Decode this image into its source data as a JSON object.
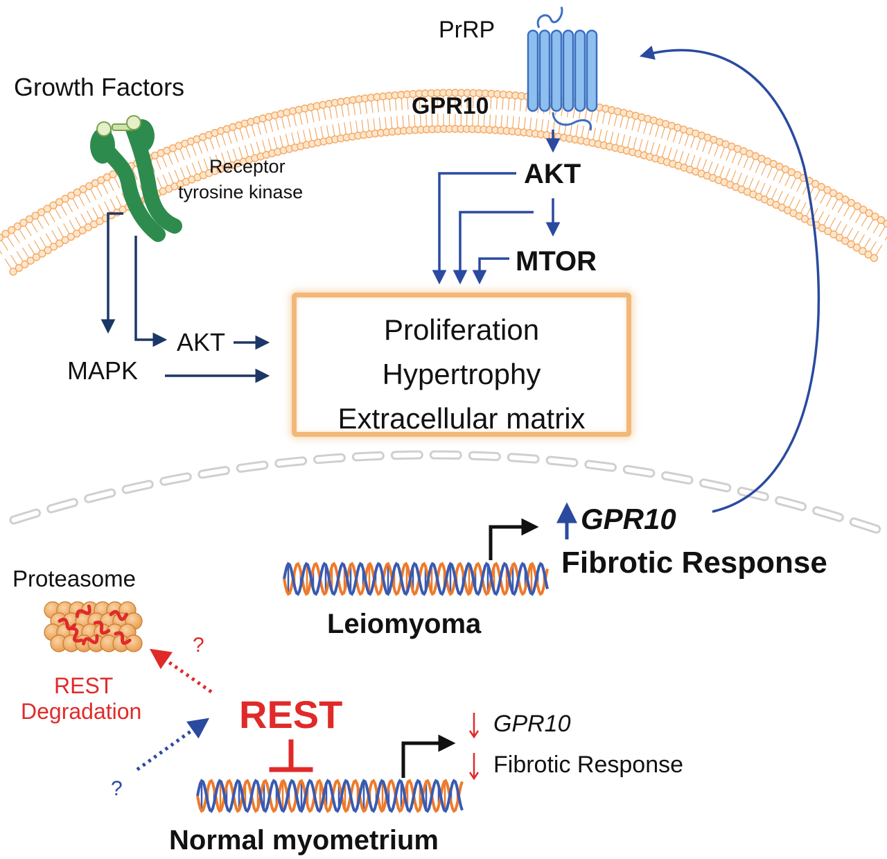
{
  "labels": {
    "growth_factors": "Growth Factors",
    "receptor_line1": "Receptor",
    "receptor_line2": "tyrosine kinase",
    "mapk": "MAPK",
    "akt_left": "AKT",
    "prrp": "PrRP",
    "gpr10_receptor": "GPR10",
    "akt_right": "AKT",
    "mtor": "MTOR",
    "gpr10_up": "GPR10",
    "fibrotic_response_up": "Fibrotic Response",
    "leiomyoma": "Leiomyoma",
    "proteasome": "Proteasome",
    "rest_degradation_line1": "REST",
    "rest_degradation_line2": "Degradation",
    "question_red": "?",
    "question_blue": "?",
    "rest": "REST",
    "gpr10_down": "GPR10",
    "fibrotic_response_down": "Fibrotic Response",
    "normal_myometrium": "Normal myometrium"
  },
  "effects_box": [
    "Proliferation",
    "Hypertrophy",
    "Extracellular matrix"
  ],
  "colors": {
    "membrane": "#f4a862",
    "rtk": "#2e8b4e",
    "gpr10_receptor": "#8fbfef",
    "pathway_arrow": "#2a4aa0",
    "navy_arrow": "#1c3766",
    "rest_red": "#e02a2a",
    "dna_orange": "#ee7a2a",
    "dna_blue": "#3a5ab0",
    "effects_box_border": "#f2b878"
  },
  "icons": [
    "receptor-tyrosine-kinase-icon",
    "gpcr-receptor-icon",
    "proteasome-icon",
    "dna-helix-icon"
  ]
}
